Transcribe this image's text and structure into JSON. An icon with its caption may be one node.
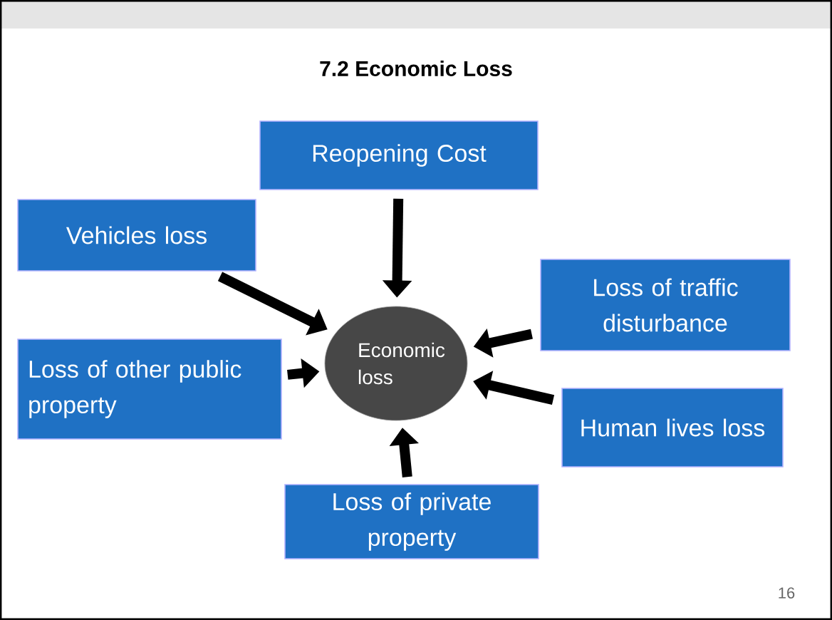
{
  "diagram": {
    "title": "7.2 Economic Loss",
    "nodes": [
      {
        "text": [
          "Reopening Cost"
        ]
      },
      {
        "text": [
          "Vehicles loss"
        ]
      },
      {
        "text": [
          "Loss of traffic disturbance"
        ]
      },
      {
        "text": [
          "Economic loss"
        ]
      },
      {
        "text": [
          "Loss of other public property"
        ]
      },
      {
        "text": [
          "Human lives loss"
        ]
      },
      {
        "text": [
          "Loss of private property"
        ]
      }
    ],
    "edges": [
      {
        "from": 0,
        "to": 3,
        "arrow": "to"
      },
      {
        "from": 1,
        "to": 3,
        "arrow": "to"
      },
      {
        "from": 2,
        "to": 3,
        "arrow": "to"
      },
      {
        "from": 4,
        "to": 3,
        "arrow": "to"
      },
      {
        "from": 5,
        "to": 3,
        "arrow": "to"
      },
      {
        "from": 6,
        "to": 3,
        "arrow": "to"
      }
    ],
    "labels": [
      "16"
    ]
  }
}
